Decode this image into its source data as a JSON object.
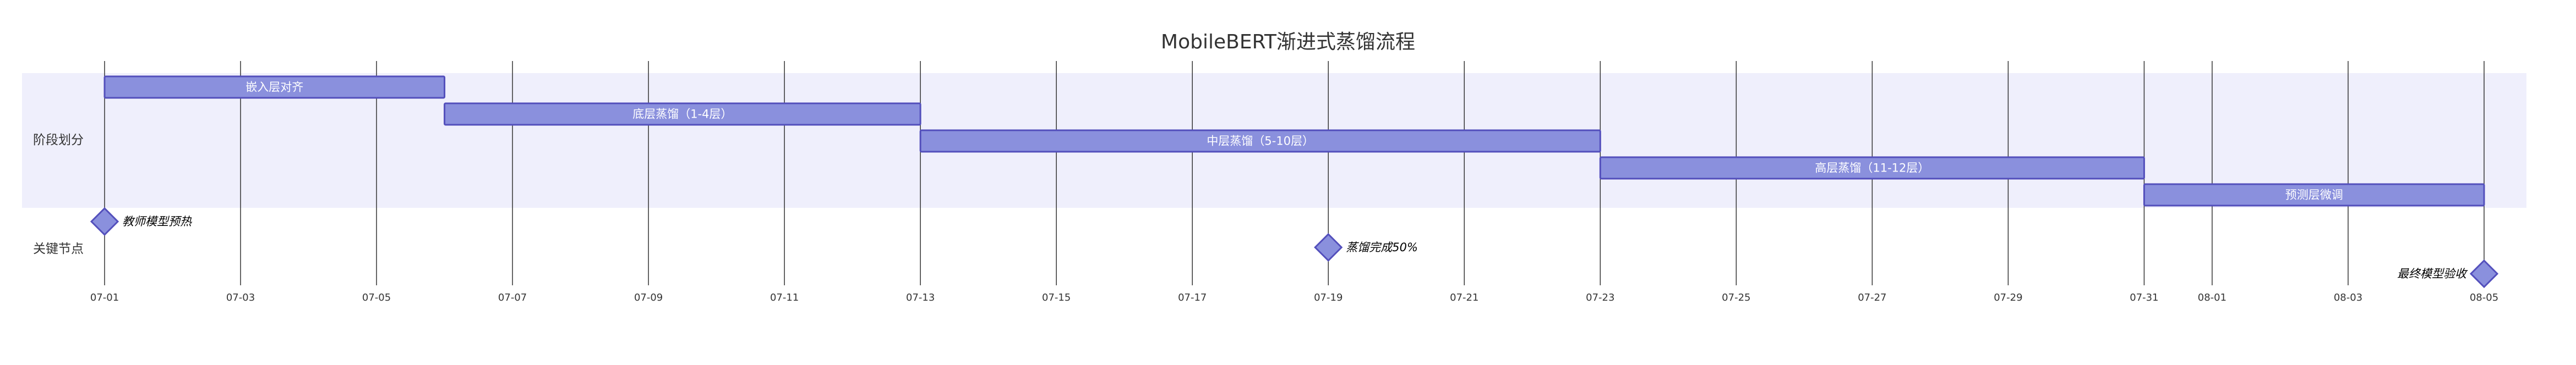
{
  "chart_data": {
    "type": "gantt",
    "title": "MobileBERT渐进式蒸馏流程",
    "x_range": [
      "07-01",
      "08-05"
    ],
    "ticks": [
      "07-01",
      "07-03",
      "07-05",
      "07-07",
      "07-09",
      "07-11",
      "07-13",
      "07-15",
      "07-17",
      "07-19",
      "07-21",
      "07-23",
      "07-25",
      "07-27",
      "07-29",
      "07-31",
      "08-01",
      "08-03",
      "08-05"
    ],
    "sections": [
      {
        "name": "阶段划分",
        "tasks": [
          {
            "label": "嵌入层对齐",
            "start": "07-01",
            "end": "07-06"
          },
          {
            "label": "底层蒸馏（1-4层）",
            "start": "07-06",
            "end": "07-13"
          },
          {
            "label": "中层蒸馏（5-10层）",
            "start": "07-13",
            "end": "07-23"
          },
          {
            "label": "高层蒸馏（11-12层）",
            "start": "07-23",
            "end": "07-31"
          },
          {
            "label": "预测层微调",
            "start": "07-31",
            "end": "08-05"
          }
        ]
      },
      {
        "name": "关键节点",
        "milestones": [
          {
            "label": "教师模型预热",
            "date": "07-01",
            "label_side": "right"
          },
          {
            "label": "蒸馏完成50%",
            "date": "07-19",
            "label_side": "right"
          },
          {
            "label": "最终模型验收",
            "date": "08-05",
            "label_side": "left"
          }
        ]
      }
    ],
    "colors": {
      "bar_fill": "#8a90dd",
      "bar_stroke": "#534fbc",
      "section_band": "#efeffc",
      "grid": "#333333"
    },
    "grid": true
  }
}
